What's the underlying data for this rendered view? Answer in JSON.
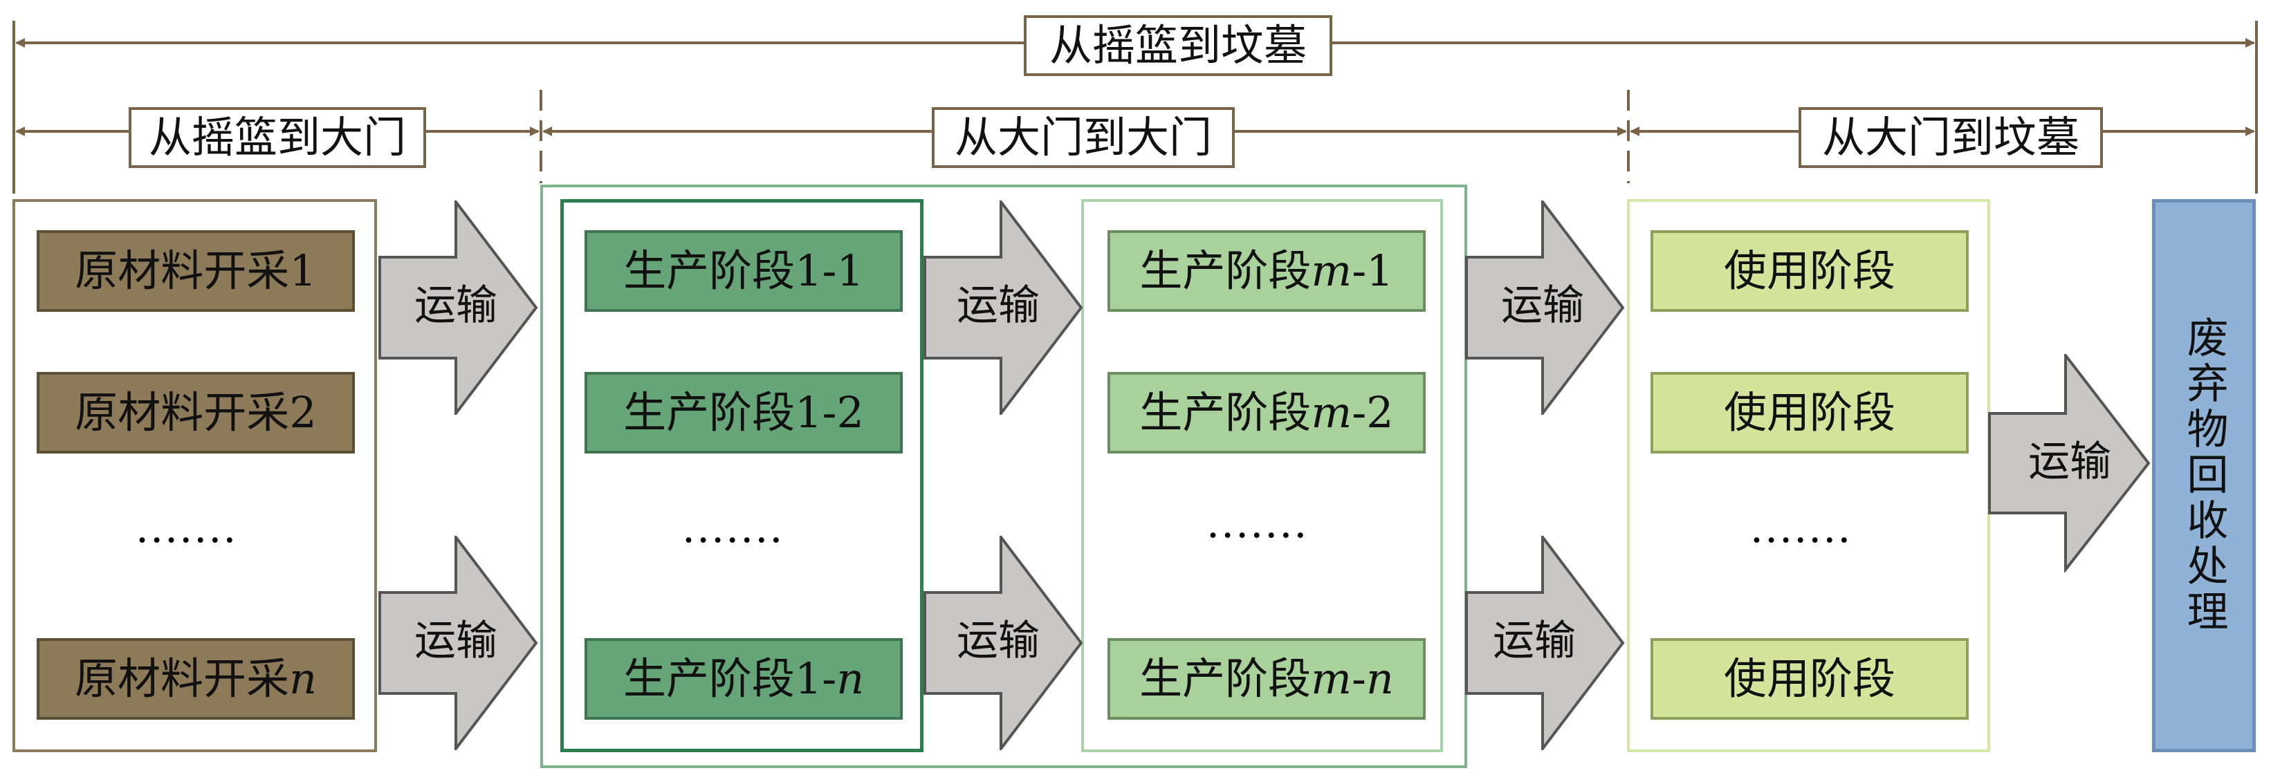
{
  "scopes": {
    "cradle_to_grave": "从摇篮到坟墓",
    "cradle_to_gate": "从摇篮到大门",
    "gate_to_gate": "从大门到大门",
    "gate_to_grave": "从大门到坟墓"
  },
  "raw": {
    "items": [
      "原材料开采1",
      "原材料开采2",
      "原材料开采"
    ],
    "last_suffix": "n",
    "dots": "·······"
  },
  "prod1": {
    "items": [
      "生产阶段1-1",
      "生产阶段1-2",
      "生产阶段1-"
    ],
    "last_suffix": "n",
    "dots": "·······"
  },
  "prodm": {
    "prefix": "生产阶段",
    "var": "m",
    "items_suffix": [
      "-1",
      "-2",
      "-"
    ],
    "last_suffix": "n",
    "dots": "·······"
  },
  "use": {
    "items": [
      "使用阶段",
      "使用阶段",
      "使用阶段"
    ],
    "dots": "·······"
  },
  "transport": "运输",
  "recycle": "废弃物回收处理",
  "colors": {
    "raw": "#8c7a58",
    "prod1": "#66a577",
    "prodm": "#a9d19b",
    "use": "#d4e59b",
    "recycle": "#8fb2d6",
    "arrow": "#c9c7c3",
    "scope_line": "#7a6447"
  }
}
